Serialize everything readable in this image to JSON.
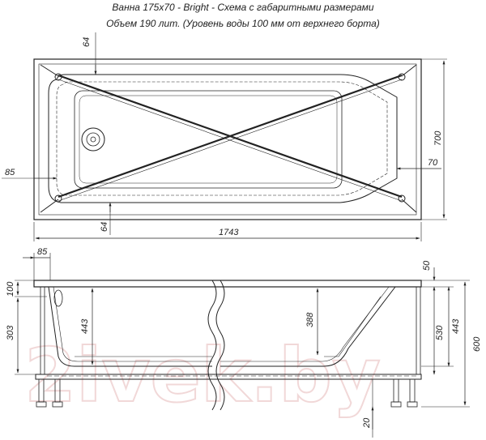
{
  "header": {
    "line1": "Ванна 175x70 - Bright - Схема с габаритными размерами",
    "line2": "Объем 190 лит. (Уровень воды 100 мм от верхнего борта)"
  },
  "top_view_dims": {
    "d64_top": "64",
    "d700": "700",
    "d85": "85",
    "d70": "70",
    "d64_bottom": "64",
    "d1743": "1743"
  },
  "side_view_dims": {
    "d85": "85",
    "d50": "50",
    "d100": "100",
    "d443_left": "443",
    "d388": "388",
    "d303": "303",
    "d530": "530",
    "d443_right": "443",
    "d600": "600",
    "d20": "20"
  },
  "watermark": "2ivek.by"
}
